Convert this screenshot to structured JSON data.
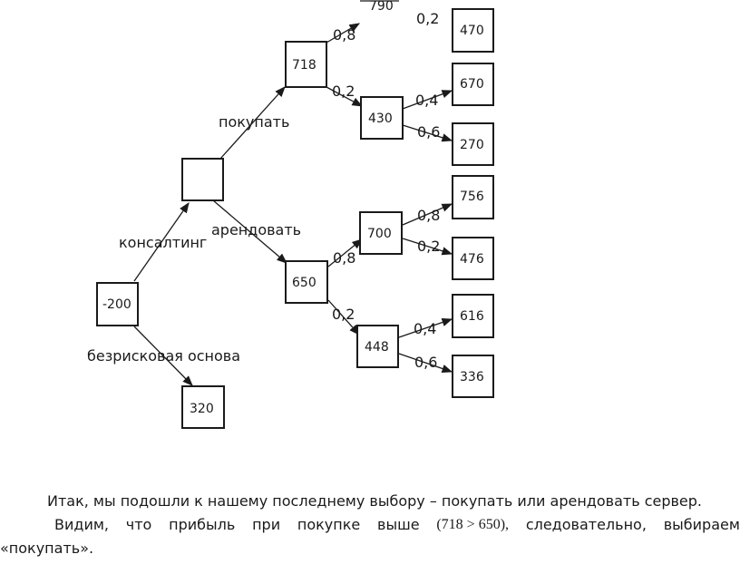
{
  "nodes": {
    "root": "-200",
    "consulting": "",
    "buy": "718",
    "rent": "650",
    "buy_low": "430",
    "rent_high": "700",
    "rent_low": "448",
    "riskfree": "320",
    "top_partial": "790",
    "leaf_470": "470",
    "leaf_670": "670",
    "leaf_270": "270",
    "leaf_756": "756",
    "leaf_476": "476",
    "leaf_616": "616",
    "leaf_336": "336"
  },
  "edges": {
    "consulting": "консалтинг",
    "riskfree": "безрисковая основа",
    "buy": "покупать",
    "rent": "арендовать"
  },
  "probs": {
    "buy_high": "0,8",
    "buy_low": "0,2",
    "top_right": "0,2",
    "buy_low_high": "0,4",
    "buy_low_low": "0,6",
    "rent_high": "0,8",
    "rent_low": "0,2",
    "rent_high_high": "0,8",
    "rent_high_low": "0,2",
    "rent_low_high": "0,4",
    "rent_low_low": "0,6"
  },
  "text": {
    "line1": "Итак, мы подошли к нашему последнему выбору – покупать или арендовать сервер.",
    "line2_words": [
      "Видим,",
      "что",
      "прибыль",
      "при",
      "покупке",
      "выше",
      "(718 > 650),",
      "следовательно,",
      "выбираем"
    ],
    "line3": "«покупать»."
  }
}
